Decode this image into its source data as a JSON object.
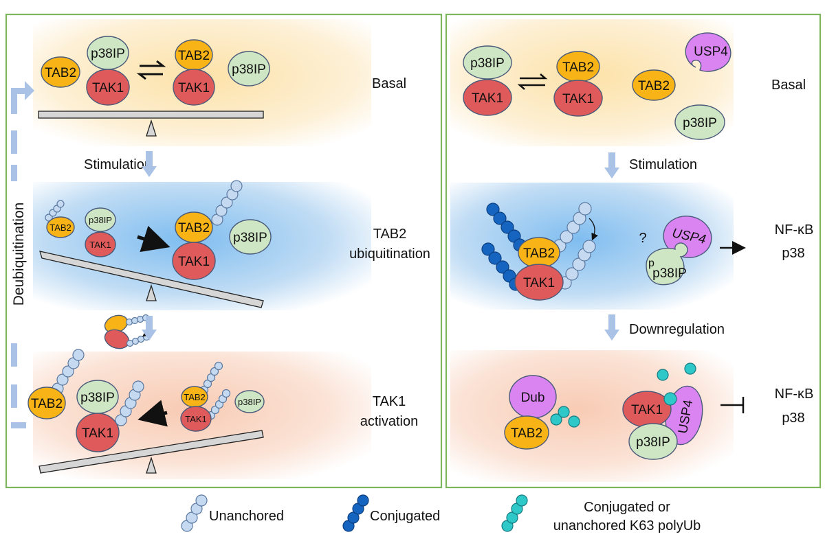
{
  "colors": {
    "tab2": "#f8b416",
    "tak1": "#df5a5a",
    "p38ip": "#cfe6c4",
    "usp4": "#da84f2",
    "dub": "#da84f2",
    "unanchored_ub": "#c5daf0",
    "conjugated_ub": "#1565c0",
    "k63_ub": "#2ec8c8",
    "panel_border": "#7bb55c",
    "flow_arrow": "#a9c2e6",
    "basal_bg": "#fde7b8",
    "stim_bg": "#7fbff0",
    "activation_bg": "#f9d2bf"
  },
  "left_panel": {
    "side_label": "Deubiquitination",
    "basal": {
      "stage_label": "Basal",
      "proteins": {
        "tab2_free": "TAB2",
        "p38ip_bound": "p38IP",
        "tak1_a": "TAK1",
        "tab2_bound": "TAB2",
        "tak1_b": "TAK1",
        "p38ip_free": "p38IP"
      }
    },
    "arrow1_label": "Stimulation",
    "ubiquitination": {
      "stage_label_1": "TAB2",
      "stage_label_2": "ubiquitination",
      "proteins": {
        "tab2_small": "TAB2",
        "p38ip_small": "p38IP",
        "tak1_small": "TAK1",
        "tab2_big": "TAB2",
        "tak1_big": "TAK1",
        "p38ip_big": "p38IP"
      }
    },
    "activation": {
      "stage_label_1": "TAK1",
      "stage_label_2": "activation",
      "proteins": {
        "tab2_big": "TAB2",
        "p38ip_big": "p38IP",
        "tak1_big": "TAK1",
        "tab2_small": "TAB2",
        "tak1_small": "TAK1",
        "p38ip_small": "p38IP"
      }
    }
  },
  "right_panel": {
    "basal": {
      "stage_label": "Basal",
      "proteins": {
        "p38ip_a": "p38IP",
        "tak1_a": "TAK1",
        "tab2_a": "TAB2",
        "tak1_b": "TAK1",
        "tab2_free": "TAB2",
        "usp4": "USP4",
        "p38ip_free": "p38IP"
      }
    },
    "arrow1_label": "Stimulation",
    "stimulation": {
      "proteins": {
        "tab2": "TAB2",
        "tak1": "TAK1",
        "usp4": "USP4",
        "p38ip": "p38IP",
        "phospho": "p"
      },
      "question": "?",
      "output_1": "NF-κB",
      "output_2": "p38"
    },
    "arrow2_label": "Downregulation",
    "downregulation": {
      "proteins": {
        "dub": "Dub",
        "tab2": "TAB2",
        "tak1": "TAK1",
        "usp4": "USP4",
        "p38ip": "p38IP"
      },
      "output_1": "NF-κB",
      "output_2": "p38"
    }
  },
  "legend": [
    {
      "label": "Unanchored",
      "kind": "unanchored"
    },
    {
      "label": "Conjugated",
      "kind": "conjugated"
    },
    {
      "label_1": "Conjugated or",
      "label_2": "unanchored K63 polyUb",
      "kind": "k63"
    }
  ]
}
